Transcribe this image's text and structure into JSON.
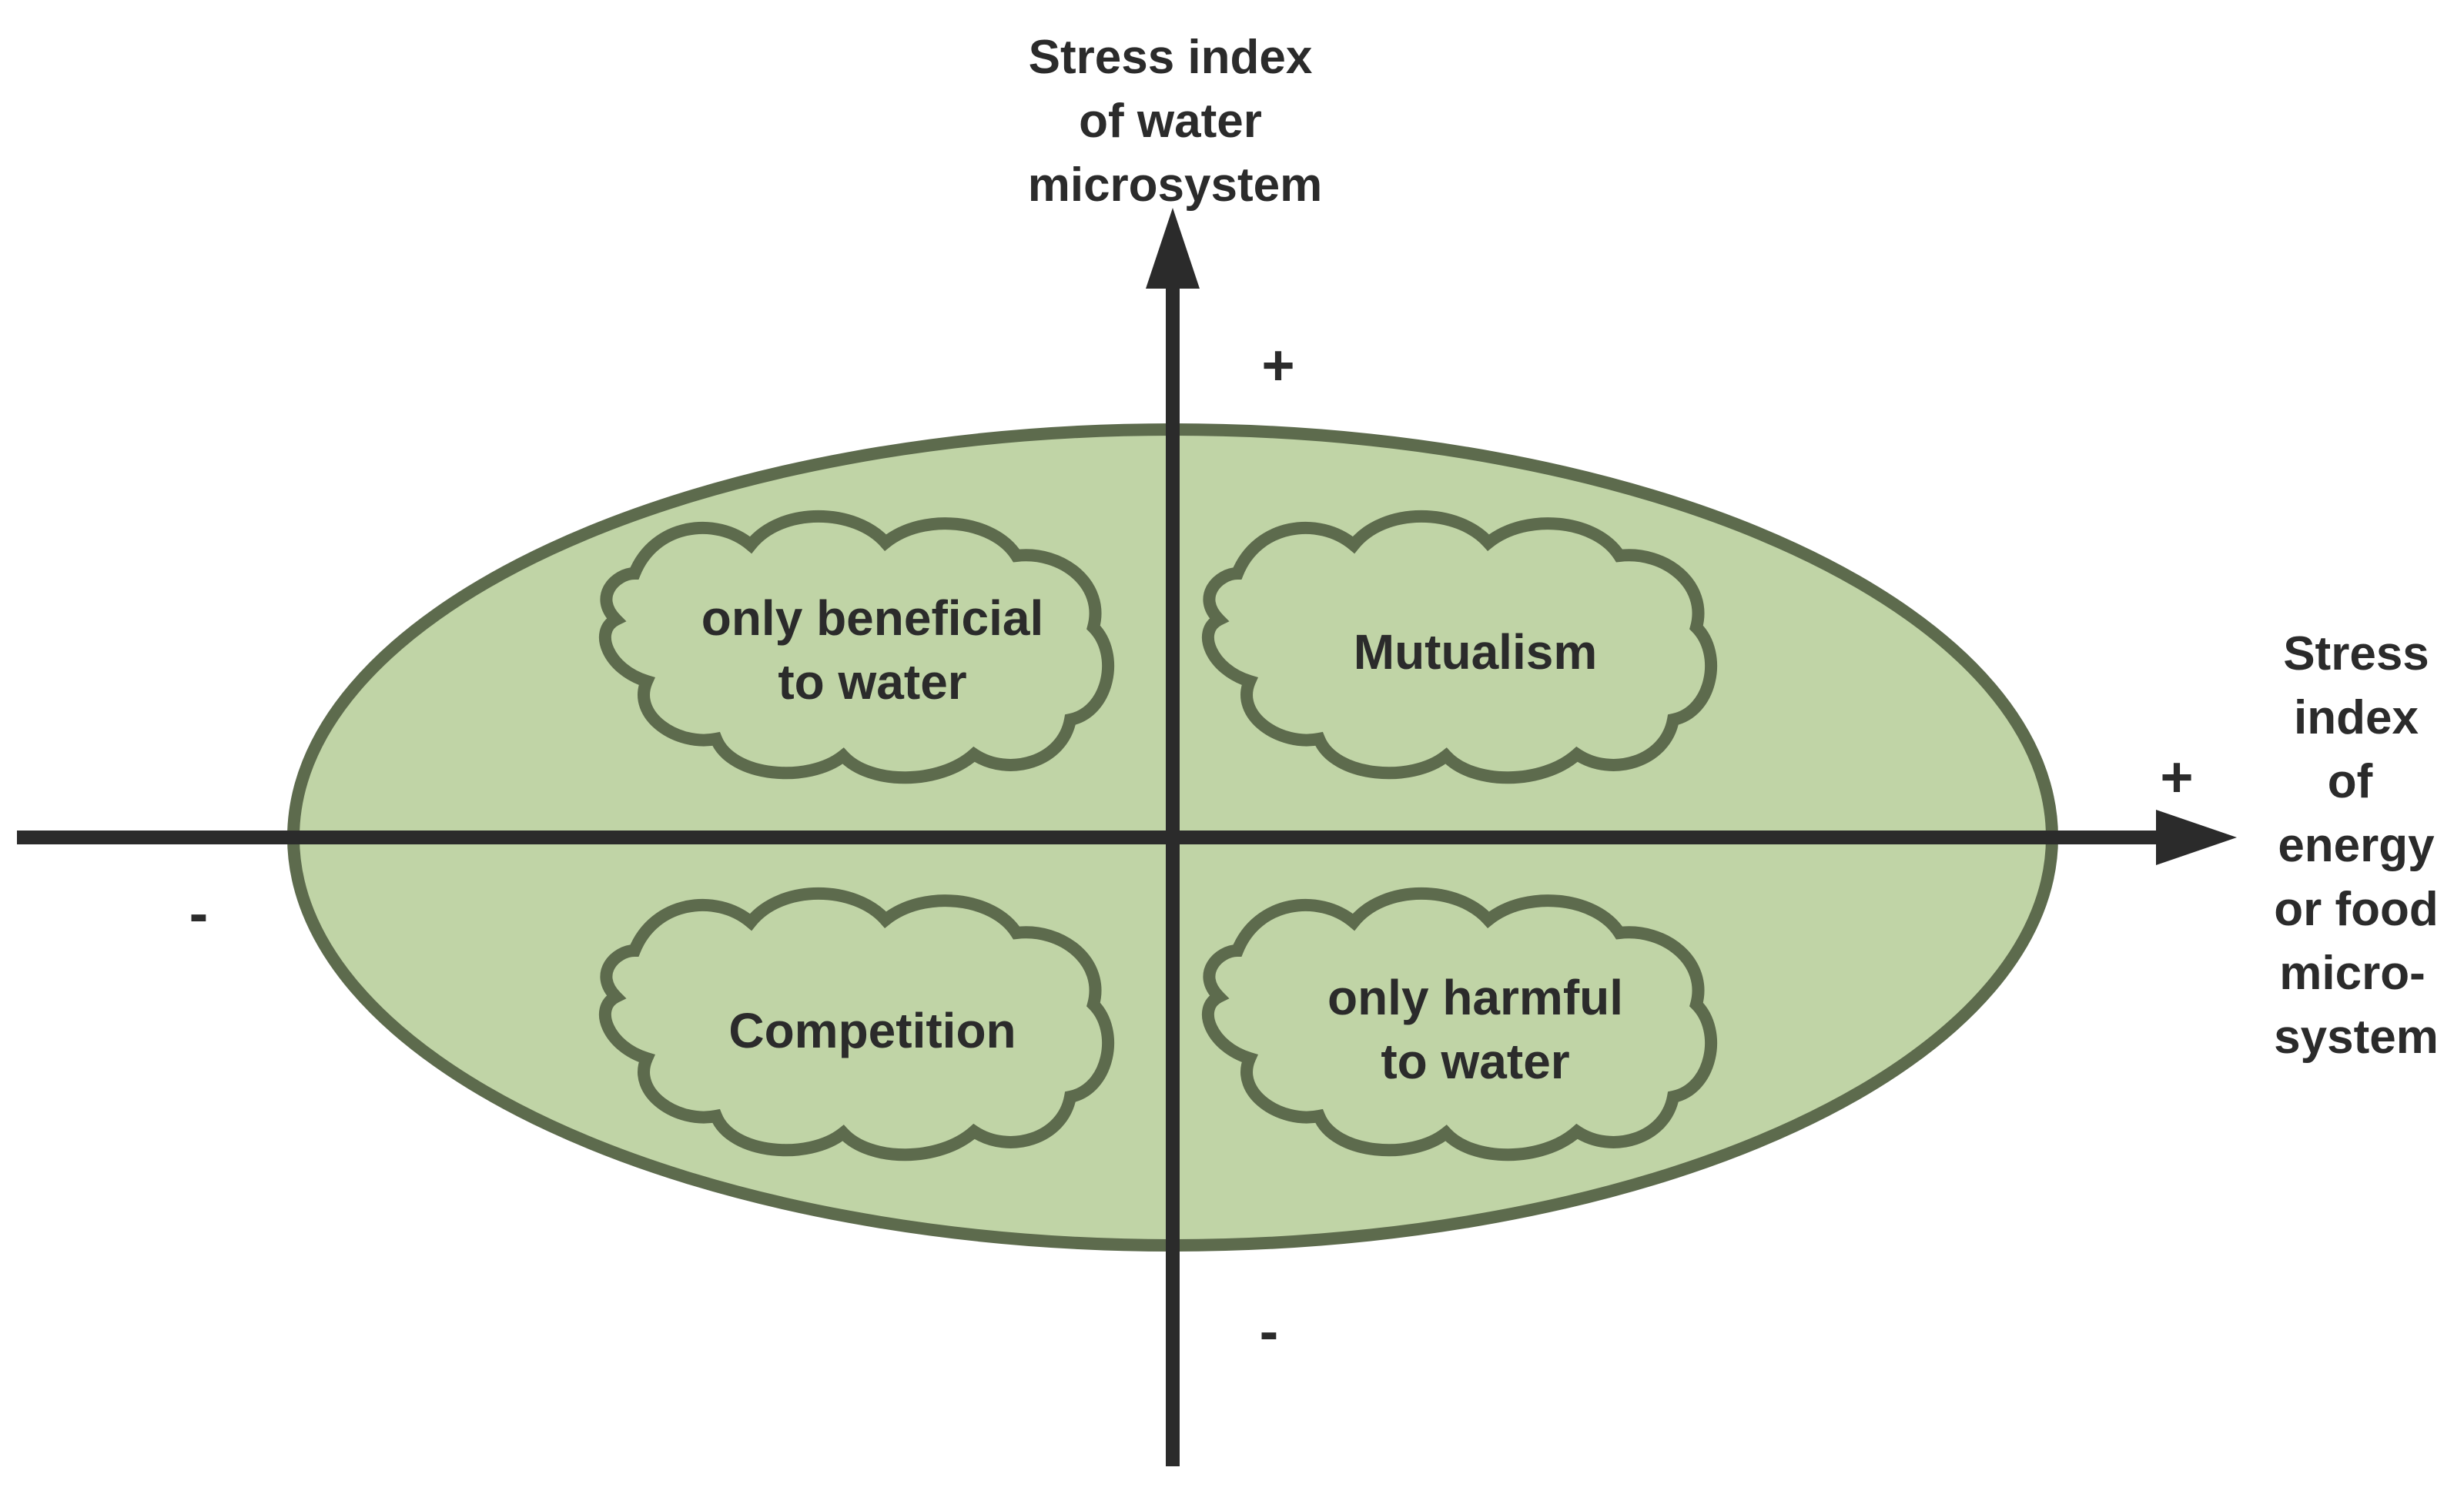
{
  "colors": {
    "ellipse_fill": "#c0d4a6",
    "ellipse_stroke": "#5d6b4d",
    "cloud_fill": "#c0d4a6",
    "cloud_stroke": "#5d6b4d",
    "axis": "#2b2b2b",
    "text": "#2b2b2b"
  },
  "y_axis": {
    "label_lines": [
      "Stress index",
      "of water",
      "microsystem"
    ],
    "positive_sign": "+",
    "negative_sign": "-"
  },
  "x_axis": {
    "label_lines": [
      "Stress",
      "index",
      "of",
      "energy",
      "or food",
      "micro-",
      "system"
    ],
    "positive_sign": "+",
    "negative_sign": "-"
  },
  "quadrants": {
    "top_left": {
      "lines": [
        "only beneficial",
        "to water"
      ]
    },
    "top_right": {
      "lines": [
        "Mutualism"
      ]
    },
    "bottom_left": {
      "lines": [
        "Competition"
      ]
    },
    "bottom_right": {
      "lines": [
        "only harmful",
        "to water"
      ]
    }
  }
}
